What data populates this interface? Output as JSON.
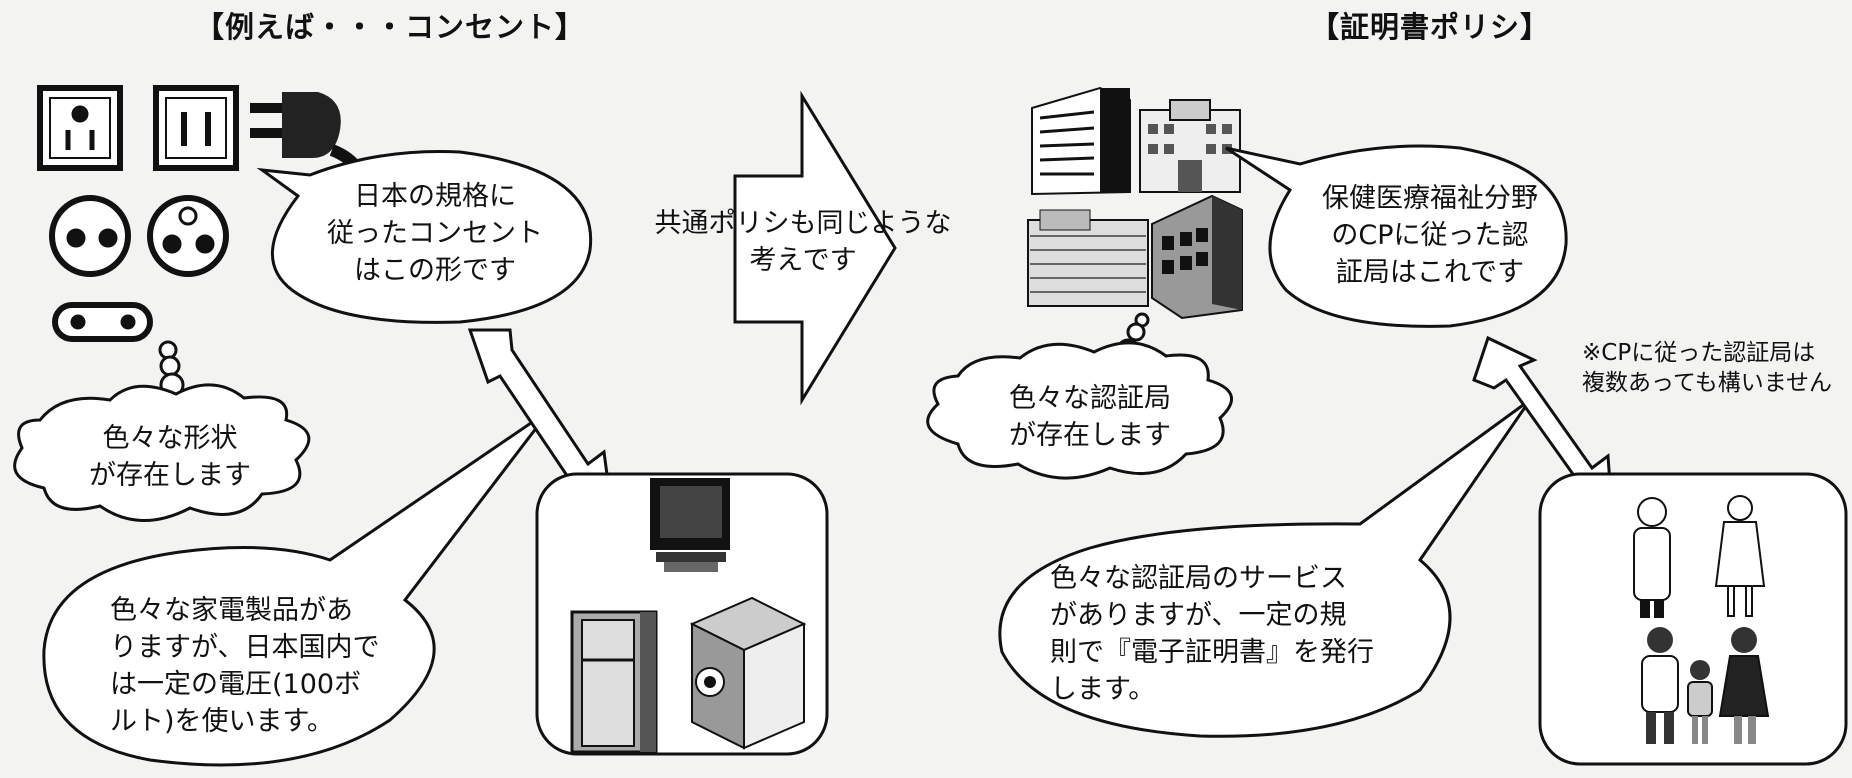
{
  "sections": {
    "left_title": "【例えば・・・コンセント】",
    "right_title": "【証明書ポリシ】"
  },
  "left_panel": {
    "bubble_standard": "日本の規格に\n従ったコンセント\nはこの形です",
    "cloud_various_shapes": "色々な形状\nが存在します",
    "bubble_appliances": "色々な家電製品があ\nりますが、日本国内で\nは一定の電圧(100ボ\nルト)を使います。"
  },
  "middle_arrow": {
    "label": "共通ポリシも同じような\n考えです"
  },
  "right_panel": {
    "bubble_ca": "保健医療福祉分野\nのCPに従った認\n証局はこれです",
    "note": "※CPに従った認証局は\n複数あっても構いません",
    "cloud_various_ca": "色々な認証局\nが存在します",
    "bubble_services": "色々な認証局のサービス\nがありますが、一定の規\n則で『電子証明書』を発行\nします。"
  },
  "icons": {
    "outlets": "power-outlet-icons",
    "plug": "power-plug-icon",
    "appliances": [
      "television-icon",
      "refrigerator-icon",
      "washing-machine-icon"
    ],
    "buildings": [
      "office-building-icon",
      "hospital-building-icon",
      "apartment-building-icon",
      "modern-building-icon"
    ],
    "people": [
      "doctor-icon",
      "nurse-icon",
      "family-icon"
    ]
  }
}
